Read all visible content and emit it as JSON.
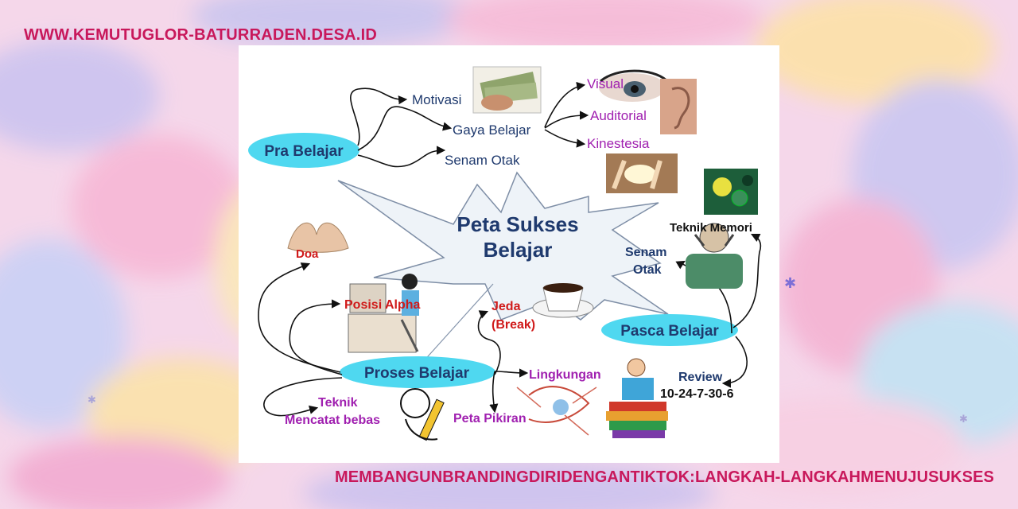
{
  "site": {
    "url": "WWW.KEMUTUGLOR-BATURRADEN.DESA.ID"
  },
  "footer": {
    "title": "MEMBANGUNBRANDINGDIRIDENGANTIKTOK:LANGKAH-LANGKAHMENUJUSUKSES"
  },
  "diagram": {
    "center": {
      "line1": "Peta Sukses",
      "line2": "Belajar"
    },
    "pra": {
      "label": "Pra Belajar",
      "motivasi": "Motivasi",
      "gaya": "Gaya Belajar",
      "senam": "Senam Otak",
      "visual": "Visual",
      "auditorial": "Auditorial",
      "kinestesia": "Kinestesia"
    },
    "proses": {
      "label": "Proses Belajar",
      "doa": "Doa",
      "posisi": "Posisi Alpha",
      "jeda1": "Jeda",
      "jeda2": "(Break)",
      "lingkungan": "Lingkungan",
      "peta": "Peta Pikiran",
      "teknik1": "Teknik",
      "teknik2": "Mencatat bebas"
    },
    "pasca": {
      "label": "Pasca Belajar",
      "teknik_memori": "Teknik Memori",
      "senam1": "Senam",
      "senam2": "Otak",
      "review1": "Review",
      "review2": "10-24-7-30-6"
    }
  },
  "colors": {
    "brand": "#c8185b",
    "navy": "#1f3a6e",
    "red": "#d01a1a",
    "purple": "#a020b0",
    "cyan": "#4fd8f0"
  }
}
